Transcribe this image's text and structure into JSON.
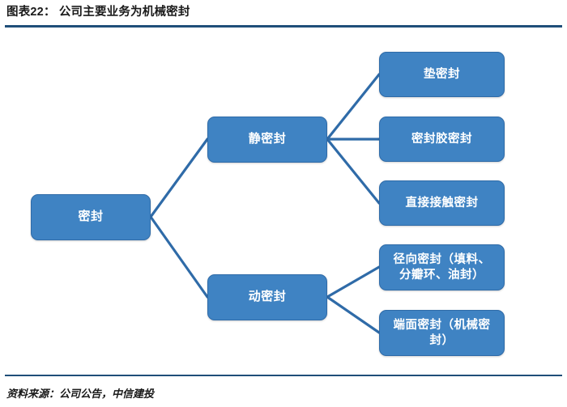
{
  "header": {
    "title": "图表22： 公司主要业务为机械密封",
    "rule_color": "#1f4e79"
  },
  "footer": {
    "source": "资料来源：公司公告，中信建投"
  },
  "theme": {
    "node_fill": "#3f83c3",
    "node_border": "#2f6ba8",
    "node_text": "#ffffff",
    "connector": "#2f6ba8",
    "background": "#ffffff"
  },
  "diagram": {
    "type": "tree",
    "root": {
      "label": "密封"
    },
    "branches": [
      {
        "label": "静密封",
        "children": [
          {
            "label": "垫密封"
          },
          {
            "label": "密封胶密封"
          },
          {
            "label": "直接接触密封"
          }
        ]
      },
      {
        "label": "动密封",
        "children": [
          {
            "label": "径向密封（填料、\n分瓣环、油封）"
          },
          {
            "label": "端面密封（机械密\n封）"
          }
        ]
      }
    ]
  }
}
